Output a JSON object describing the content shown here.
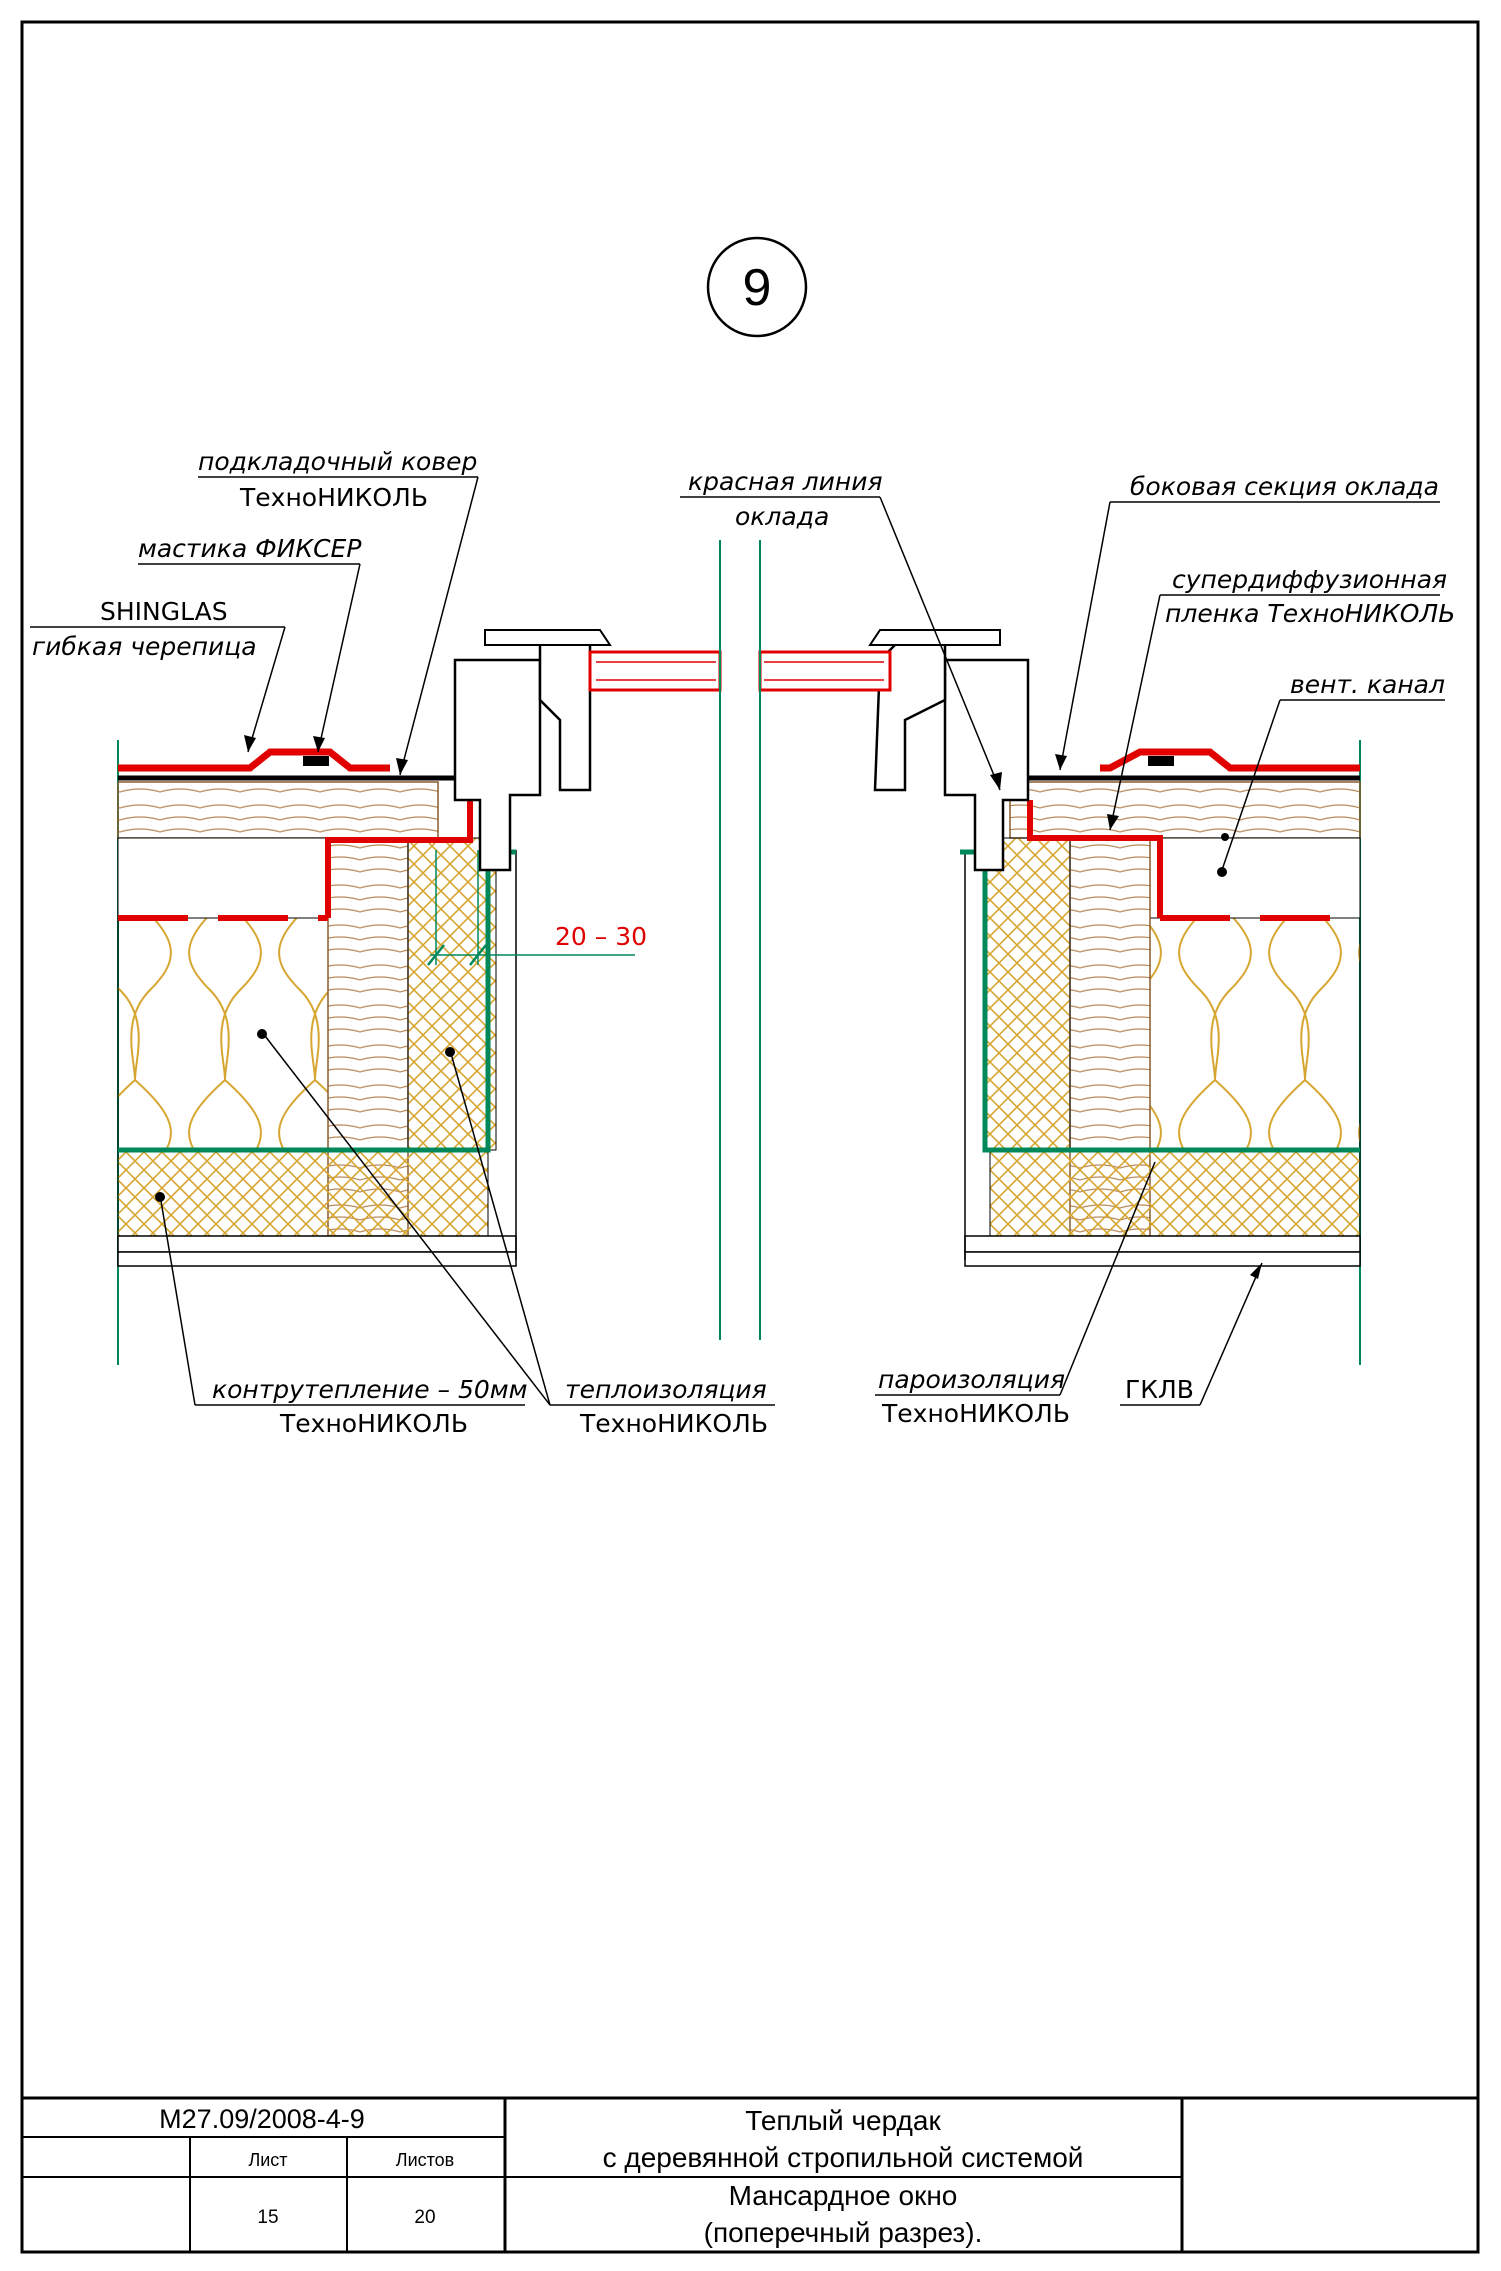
{
  "detail_number": "9",
  "dimension": "20 – 30",
  "labels": {
    "underlay_line1": "подкладочный ковер",
    "underlay_line2": "ТехноНИКОЛЬ",
    "mastic": "мастика ФИКСЕР",
    "shinglas_line1": "SHINGLAS",
    "shinglas_line2": "гибкая черепица",
    "red_line_line1": "красная линия",
    "red_line_line2": "оклада",
    "side_section": "боковая секция оклада",
    "membrane_line1": "супердиффузионная",
    "membrane_line2": "пленка ТехноНИКОЛЬ",
    "vent_channel": "вент. канал",
    "counter_insulation_line1": "контрутепление – 50мм",
    "counter_insulation_line2": "ТехноНИКОЛЬ",
    "insulation_line1": "теплоизоляция",
    "insulation_line2": "ТехноНИКОЛЬ",
    "vapor_line1": "пароизоляция",
    "vapor_line2": "ТехноНИКОЛЬ",
    "gklv": "ГКЛВ"
  },
  "title_block": {
    "code": "М27.09/2008-4-9",
    "sheet_label": "Лист",
    "sheets_label": "Листов",
    "sheet_value": "15",
    "sheets_value": "20",
    "title_line1": "Теплый чердак",
    "title_line2": "с деревянной стропильной системой",
    "subtitle_line1": "Мансардное окно",
    "subtitle_line2": "(поперечный разрез)."
  },
  "colors": {
    "red": "#e00000",
    "green": "#00875a",
    "wood": "#8b5a2b",
    "insulation": "#d6a630",
    "black": "#000000"
  }
}
